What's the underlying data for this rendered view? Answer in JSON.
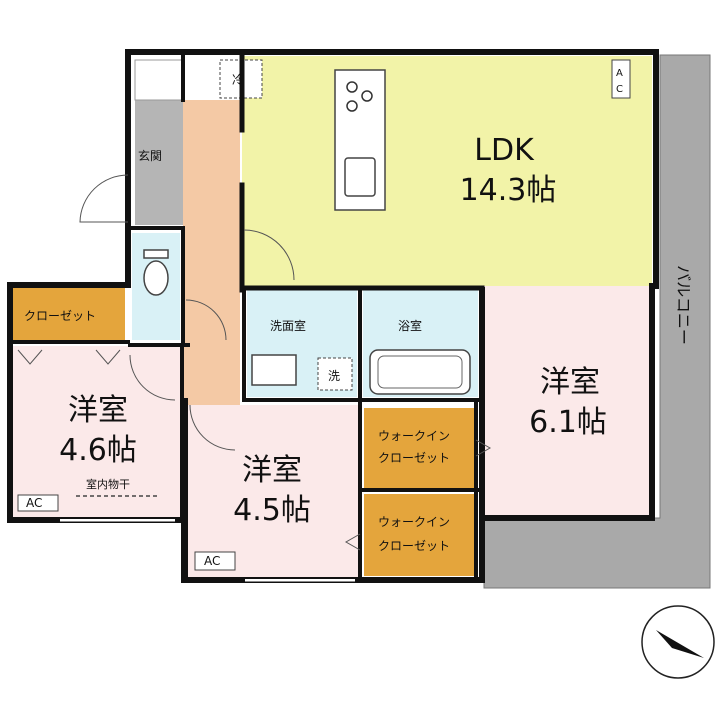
{
  "rooms": {
    "ldk": {
      "name": "LDK",
      "size": "14.3帖"
    },
    "western1": {
      "name": "洋室",
      "size": "6.1帖"
    },
    "western2": {
      "name": "洋室",
      "size": "4.6帖"
    },
    "western3": {
      "name": "洋室",
      "size": "4.5帖"
    },
    "entrance": "玄関",
    "washroom": "洗面室",
    "bathroom": "浴室",
    "closet": "クローゼット",
    "wic1": {
      "line1": "ウォークイン",
      "line2": "クローゼット"
    },
    "wic2": {
      "line1": "ウォークイン",
      "line2": "クローゼット"
    },
    "balcony": "バルコニー"
  },
  "fixtures": {
    "ac": "AC",
    "ac_ldk_top": "A",
    "ac_ldk_bottom": "C",
    "fridge": "冷",
    "washer": "洗",
    "indoor_drying": "室内物干"
  },
  "colors": {
    "ldk": "#f2f3a8",
    "bedroom": "#fbe9e9",
    "wet": "#d9f1f6",
    "corridor": "#f4c9a5",
    "closet": "#e4a53c",
    "balcony": "#a9a9a9",
    "entrance": "#b5b5b5"
  },
  "compass": "north-arrow-icon"
}
